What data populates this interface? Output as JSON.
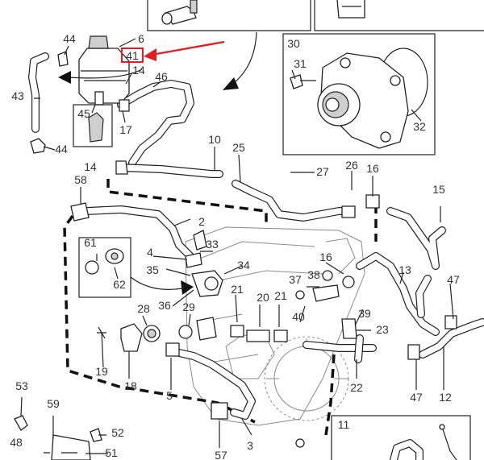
{
  "highlight_color": "#e02020",
  "callouts": [
    {
      "text": "44"
    },
    {
      "text": "6"
    },
    {
      "text": "41"
    },
    {
      "text": "14"
    },
    {
      "text": "46"
    },
    {
      "text": "43"
    },
    {
      "text": "45"
    },
    {
      "text": "17"
    },
    {
      "text": "44"
    },
    {
      "text": "30"
    },
    {
      "text": "31"
    },
    {
      "text": "32"
    },
    {
      "text": "10"
    },
    {
      "text": "25"
    },
    {
      "text": "14"
    },
    {
      "text": "27"
    },
    {
      "text": "26"
    },
    {
      "text": "16"
    },
    {
      "text": "58"
    },
    {
      "text": "15"
    },
    {
      "text": "2"
    },
    {
      "text": "61"
    },
    {
      "text": "4"
    },
    {
      "text": "33"
    },
    {
      "text": "35"
    },
    {
      "text": "34"
    },
    {
      "text": "62"
    },
    {
      "text": "16"
    },
    {
      "text": "13"
    },
    {
      "text": "37"
    },
    {
      "text": "38"
    },
    {
      "text": "47"
    },
    {
      "text": "36"
    },
    {
      "text": "21"
    },
    {
      "text": "20"
    },
    {
      "text": "21"
    },
    {
      "text": "28"
    },
    {
      "text": "29"
    },
    {
      "text": "40"
    },
    {
      "text": "39"
    },
    {
      "text": "23"
    },
    {
      "text": "19"
    },
    {
      "text": "18"
    },
    {
      "text": "5"
    },
    {
      "text": "22"
    },
    {
      "text": "47"
    },
    {
      "text": "12"
    },
    {
      "text": "53"
    },
    {
      "text": "59"
    },
    {
      "text": "11"
    },
    {
      "text": "52"
    },
    {
      "text": "3"
    },
    {
      "text": "48"
    },
    {
      "text": "51"
    },
    {
      "text": "57"
    }
  ]
}
